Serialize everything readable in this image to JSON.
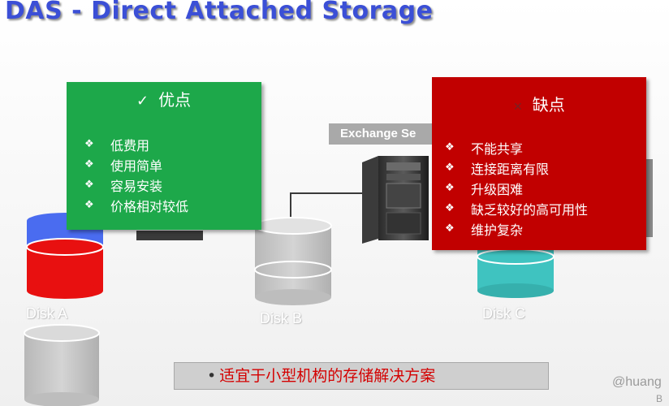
{
  "slide": {
    "title": "DAS - Direct Attached Storage",
    "server_label": "Exchange Se",
    "disk_labels": [
      "Disk A",
      "Disk B",
      "Disk C"
    ]
  },
  "pros": {
    "heading": "优点",
    "icon": "check-icon",
    "items": [
      "低费用",
      "使用简单",
      "容易安装",
      "价格相对较低"
    ]
  },
  "cons": {
    "heading": "缺点",
    "icon": "x-icon",
    "items": [
      "不能共享",
      "连接距离有限",
      "升级困难",
      "缺乏较好的高可用性",
      "维护复杂"
    ]
  },
  "footer": {
    "text": "适宜于小型机构的存储解决方案"
  },
  "watermark": {
    "line1": "@huang",
    "line2": "B"
  },
  "colors": {
    "title": "#3b4fd6",
    "pros_bg": "#1da84a",
    "cons_bg": "#c10000",
    "footer_text": "#d40000",
    "disk_red": "#e81010",
    "disk_blue": "#4a6cf0",
    "disk_teal": "#3fc3c0",
    "disk_gray": "#c8c8c8"
  }
}
